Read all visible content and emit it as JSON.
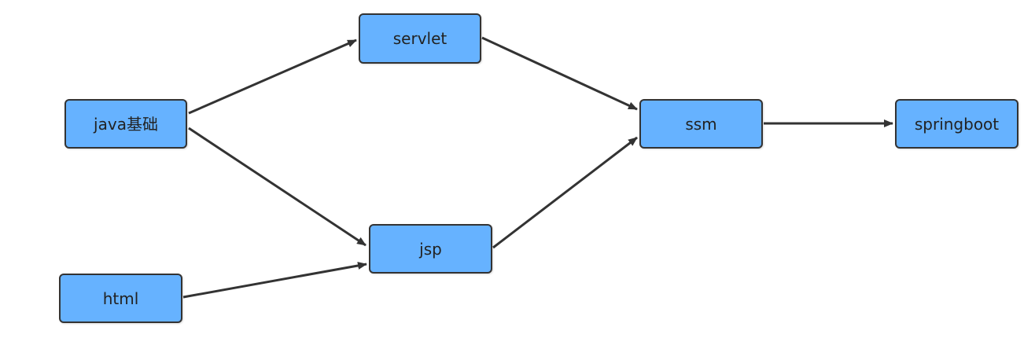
{
  "diagram": {
    "nodes": {
      "servlet": "servlet",
      "java": "java基础",
      "ssm": "ssm",
      "springboot": "springboot",
      "jsp": "jsp",
      "html": "html"
    },
    "edges": [
      {
        "from": "java",
        "to": "servlet"
      },
      {
        "from": "java",
        "to": "jsp"
      },
      {
        "from": "html",
        "to": "jsp"
      },
      {
        "from": "servlet",
        "to": "ssm"
      },
      {
        "from": "jsp",
        "to": "ssm"
      },
      {
        "from": "ssm",
        "to": "springboot"
      }
    ],
    "colors": {
      "node_fill": "#66b2ff",
      "node_border": "#333333",
      "edge": "#333333"
    }
  }
}
